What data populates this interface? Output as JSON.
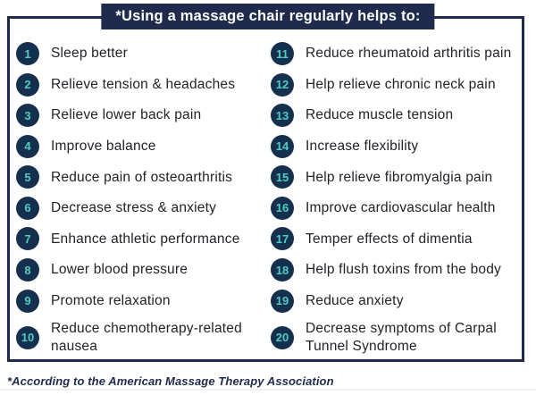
{
  "header": {
    "title": "*Using a massage chair regularly helps to:"
  },
  "columns": {
    "left": {
      "items": [
        {
          "num": "1",
          "text": "Sleep better"
        },
        {
          "num": "2",
          "text": "Relieve tension & headaches"
        },
        {
          "num": "3",
          "text": "Relieve lower back pain"
        },
        {
          "num": "4",
          "text": "Improve balance"
        },
        {
          "num": "5",
          "text": "Reduce pain of osteoarthritis"
        },
        {
          "num": "6",
          "text": "Decrease stress & anxiety"
        },
        {
          "num": "7",
          "text": "Enhance athletic performance"
        },
        {
          "num": "8",
          "text": "Lower blood pressure"
        },
        {
          "num": "9",
          "text": "Promote relaxation"
        },
        {
          "num": "10",
          "text": "Reduce chemotherapy-related nausea"
        }
      ]
    },
    "right": {
      "items": [
        {
          "num": "11",
          "text": "Reduce rheumatoid arthritis pain"
        },
        {
          "num": "12",
          "text": "Help relieve chronic neck pain"
        },
        {
          "num": "13",
          "text": "Reduce muscle tension"
        },
        {
          "num": "14",
          "text": "Increase flexibility"
        },
        {
          "num": "15",
          "text": "Help relieve fibromyalgia pain"
        },
        {
          "num": "16",
          "text": "Improve cardiovascular health"
        },
        {
          "num": "17",
          "text": "Temper effects of dimentia"
        },
        {
          "num": "18",
          "text": "Help flush toxins from the body"
        },
        {
          "num": "19",
          "text": "Reduce anxiety"
        },
        {
          "num": "20",
          "text": "Decrease symptoms of Carpal Tunnel Syndrome"
        }
      ]
    }
  },
  "footer": {
    "note": "*According to the American Massage Therapy Association"
  },
  "colors": {
    "navy": "#1e2b4c",
    "circle_navy": "#15304e",
    "teal_number": "#4ecdc0",
    "item_text": "#212329"
  }
}
